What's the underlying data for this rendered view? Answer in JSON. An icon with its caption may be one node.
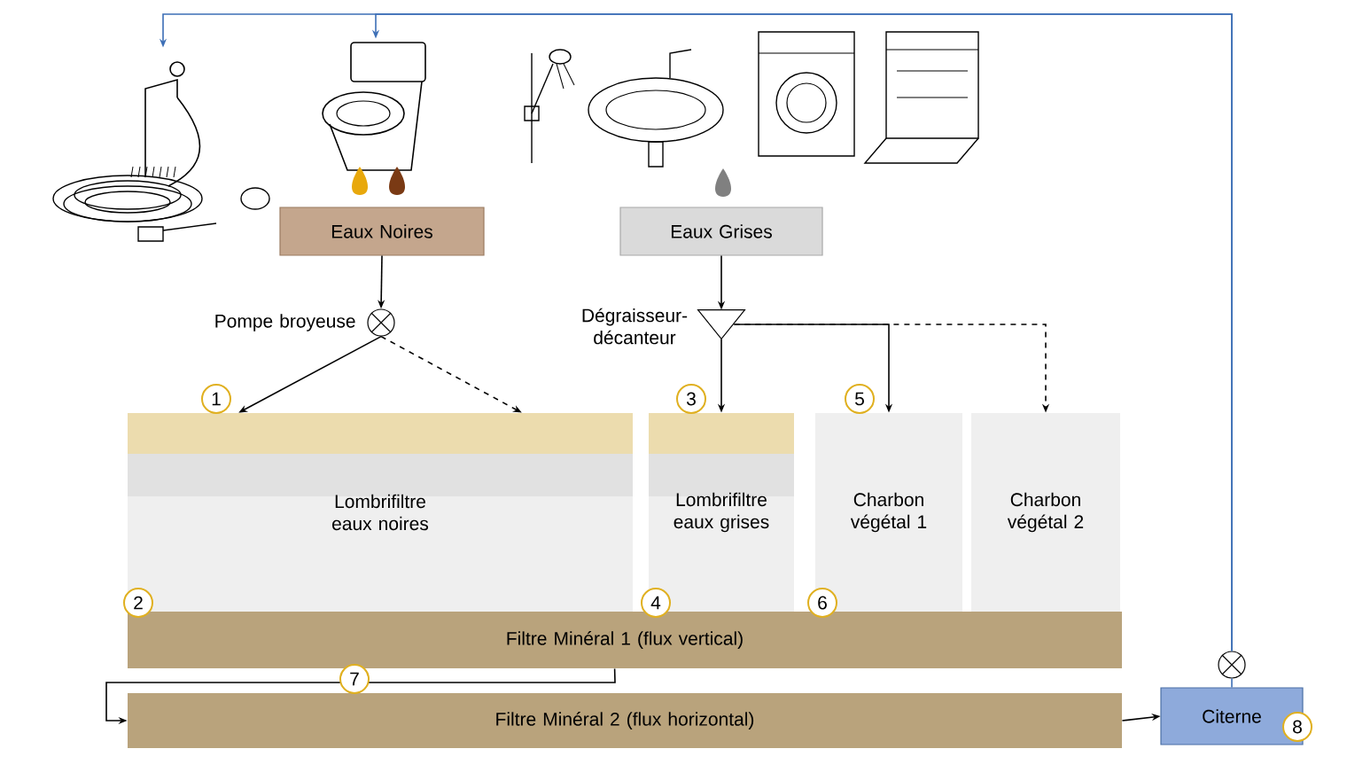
{
  "diagram": {
    "nodes": [
      {
        "text": [],
        "shape": "picture"
      },
      {
        "text": [],
        "shape": "picture"
      },
      {
        "text": [
          "Eaux Noires"
        ]
      },
      {
        "text": [
          "Eaux Grises"
        ]
      },
      {
        "text": [],
        "shape": "circle",
        "beside": [
          "Pompe broyeuse"
        ]
      },
      {
        "text": [],
        "shape": "triangle",
        "beside": [
          "Dégraisseur-décanteur"
        ]
      },
      {
        "text": [
          "Lombrifiltre eaux noires"
        ]
      },
      {
        "text": [
          "Lombrifiltre eaux grises"
        ]
      },
      {
        "text": [
          "Charbon végétal 1"
        ]
      },
      {
        "text": [
          "Charbon végétal 2"
        ]
      },
      {
        "text": [
          "Filtre Minéral 1 (flux vertical)"
        ]
      },
      {
        "text": [
          "Filtre Minéral 2 (flux horizontal)"
        ]
      },
      {
        "text": [
          "Citerne"
        ]
      },
      {
        "text": [],
        "shape": "circle"
      }
    ],
    "edges": [
      {
        "from": 2,
        "to": 4,
        "arrow": "to"
      },
      {
        "from": 4,
        "to": 6,
        "arrow": "to"
      },
      {
        "from": 4,
        "to": 6,
        "arrow": "to",
        "style": "dashed"
      },
      {
        "from": 3,
        "to": 5,
        "arrow": "to"
      },
      {
        "from": 5,
        "to": 7,
        "arrow": "to"
      },
      {
        "from": 5,
        "to": 8,
        "arrow": "to"
      },
      {
        "from": 5,
        "to": 9,
        "arrow": "to",
        "style": "dashed"
      },
      {
        "from": 10,
        "to": 11,
        "arrow": "to"
      },
      {
        "from": 11,
        "to": 12,
        "arrow": "to"
      },
      {
        "from": 12,
        "to": 13,
        "arrow": "none",
        "color": "#3d6fb6"
      },
      {
        "from": 13,
        "to": 0,
        "arrow": "to",
        "color": "#3d6fb6"
      },
      {
        "from": 13,
        "to": 1,
        "arrow": "to",
        "color": "#3d6fb6"
      }
    ],
    "labels": [
      "1",
      "3",
      "5",
      "2",
      "4",
      "6",
      "7",
      "8"
    ]
  }
}
